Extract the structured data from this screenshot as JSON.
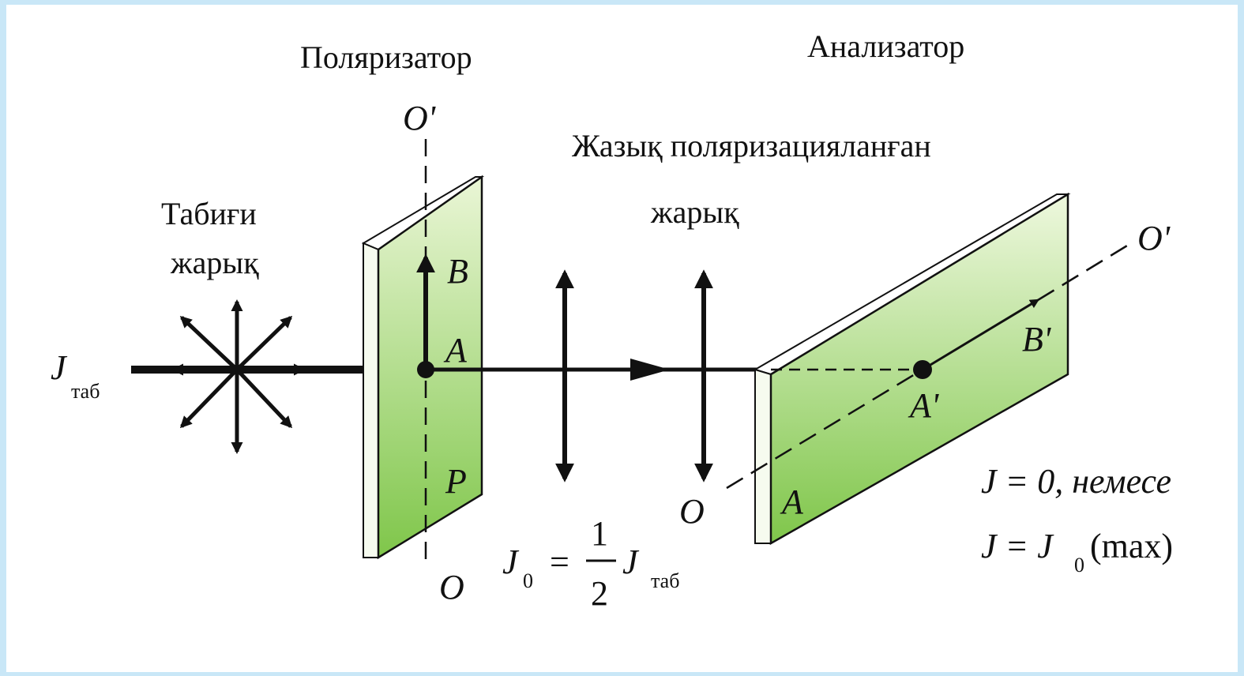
{
  "labels": {
    "polarizer": "Поляризатор",
    "analyzer": "Анализатор",
    "natural_light_line1": "Табиғи",
    "natural_light_line2": "жарық",
    "linear_light_line1": "Жазық поляризацияланған",
    "linear_light_line2": "жарық",
    "j_symbol": "J",
    "j_subscript": "таб",
    "polarizer_axis_top": "O'",
    "polarizer_axis_bottom": "O",
    "point_b": "B",
    "point_a": "A",
    "point_p": "P",
    "analyzer_axis_end": "O'",
    "analyzer_axis_start": "O",
    "point_b_prime": "B'",
    "point_a_prime": "A'",
    "analyzer_corner": "A"
  },
  "formula_j0": {
    "lhs": "J",
    "lhs_sub": "0",
    "equals": "=",
    "numerator": "1",
    "denominator": "2",
    "rhs": "J",
    "rhs_sub": "таб"
  },
  "result": {
    "line1": "J = 0, немесе",
    "line2_lhs": "J = J",
    "line2_sub": "0",
    "line2_rest": " (max)"
  },
  "colors": {
    "plate_green_light": "#eaf6d6",
    "plate_green_dark": "#7fc64a",
    "plate_edge": "#ffffff",
    "ink": "#111111"
  }
}
